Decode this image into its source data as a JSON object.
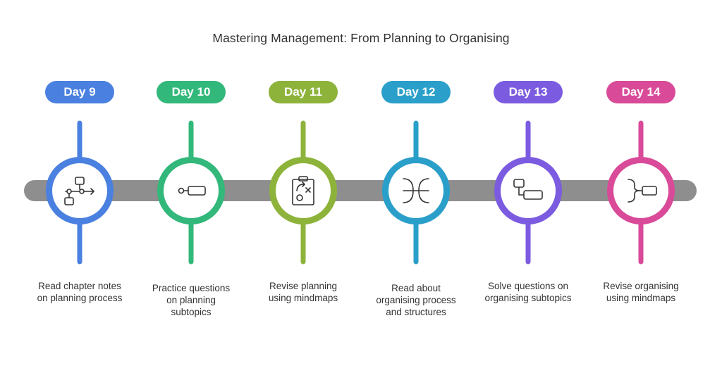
{
  "title": "Mastering Management: From Planning to Organising",
  "steps": [
    {
      "day": "Day 9",
      "icon": "flowchart-icon",
      "color": "#4a80e0",
      "desc": [
        "Read chapter notes",
        "on planning process"
      ]
    },
    {
      "day": "Day 10",
      "icon": "node-link-icon",
      "color": "#32b87a",
      "desc": [
        "Practice questions",
        "on planning",
        "subtopics"
      ]
    },
    {
      "day": "Day 11",
      "icon": "strategy-board-icon",
      "color": "#8db33a",
      "desc": [
        "Revise planning",
        "using mindmaps"
      ]
    },
    {
      "day": "Day 12",
      "icon": "converge-diverge-icon",
      "color": "#2a9fc9",
      "desc": [
        "Read about",
        "organising process",
        "and structures"
      ]
    },
    {
      "day": "Day 13",
      "icon": "hierarchy-icon",
      "color": "#7b5ce0",
      "desc": [
        "Solve questions on",
        "organising subtopics"
      ]
    },
    {
      "day": "Day 14",
      "icon": "bracket-merge-icon",
      "color": "#d94a98",
      "desc": [
        "Revise organising",
        "using mindmaps"
      ]
    }
  ]
}
